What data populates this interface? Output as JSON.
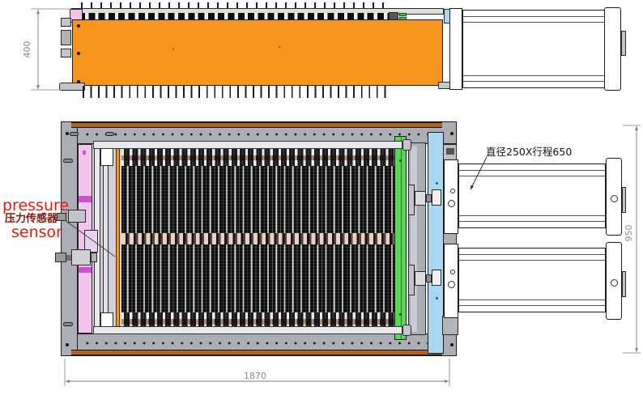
{
  "side_view": {
    "dim_height_label": "400",
    "comb_pin_count": 40,
    "clip_count": 36
  },
  "plan_view": {
    "dim_width_label": "1870",
    "dim_depth_label": "950",
    "cylinder_note": "直径250X行程650",
    "sensor_note": {
      "line1_en": "pressure",
      "line2_zh": "压力传感器",
      "line3_en": "sensor"
    },
    "cell_stack": {
      "plate_count": 33,
      "frame_screws_per_row": 38,
      "cylinder_count": 2
    }
  },
  "colors": {
    "panel_orange": "#F7941E",
    "strip_brown": "#AD6520",
    "plate_pink": "#F2C4EB",
    "accent_magenta": "#CE4FD0",
    "press_green": "#57D657",
    "plate_blue": "#ABD7F2",
    "frame_gray": "#ACADB5",
    "label_red": "#DE1A14",
    "label_dark_red": "#7B150D",
    "dim_gray": "#8A8A8A"
  }
}
